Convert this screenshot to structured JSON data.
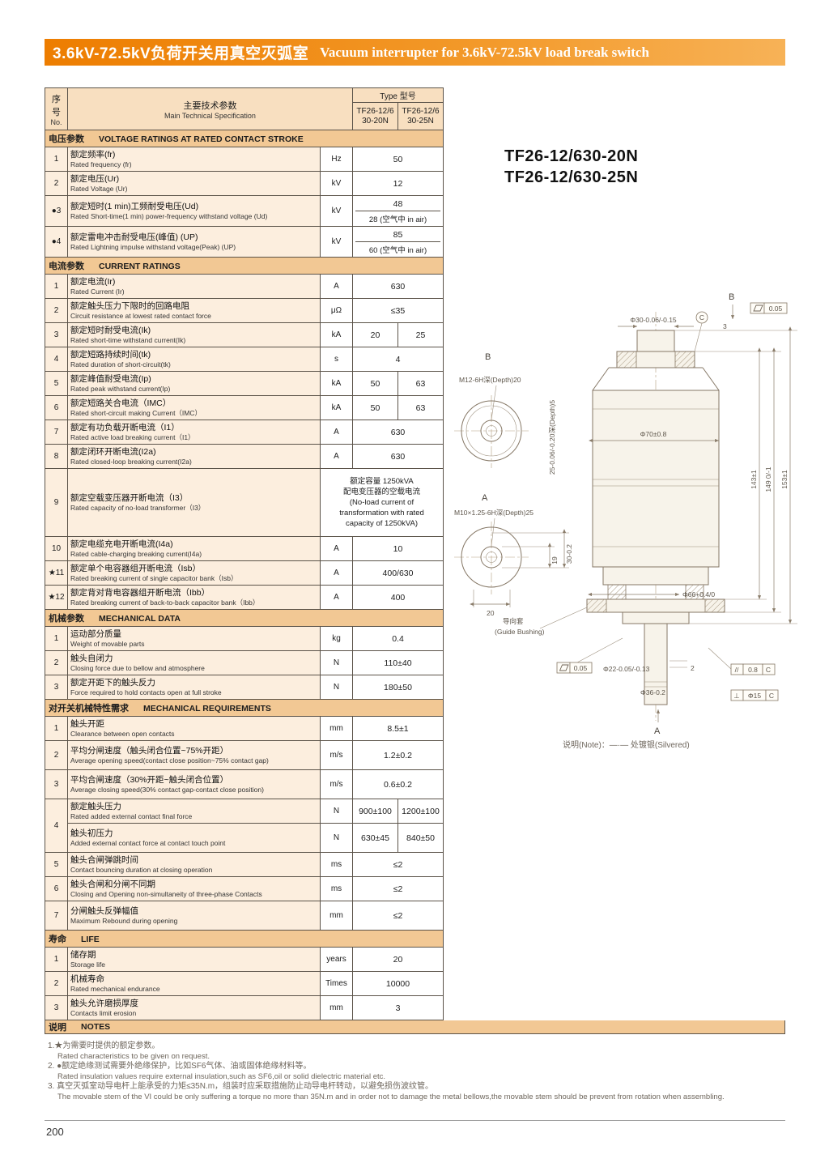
{
  "banner": {
    "title_zh": "3.6kV-72.5kV负荷开关用真空灭弧室",
    "title_en": "Vacuum interrupter for 3.6kV-72.5kV load break switch"
  },
  "page_number": "200",
  "table": {
    "header": {
      "no_zh": "序号",
      "no_en": "No.",
      "spec_zh": "主要技术参数",
      "spec_en": "Main Technical Specification",
      "type_label": "Type 型号",
      "model1": "TF26-12/630-20N",
      "model2": "TF26-12/630-25N"
    },
    "sections": [
      {
        "zh": "电压参数",
        "en": "VOLTAGE RATINGS AT RATED CONTACT STROKE",
        "rows": [
          {
            "no": "1",
            "zh": "额定频率(fr)",
            "en": "Rated frequency (fr)",
            "unit": "Hz",
            "v": "50"
          },
          {
            "no": "2",
            "zh": "额定电压(Ur)",
            "en": "Rated Voltage (Ur)",
            "unit": "kV",
            "v": "12"
          },
          {
            "no": "●3",
            "zh": "额定短时(1 min)工频耐受电压(Ud)",
            "en": "Rated Short-time(1 min) power-frequency withstand voltage (Ud)",
            "unit": "kV",
            "va": "48",
            "vb": "28 (空气中  in air)"
          },
          {
            "no": "●4",
            "zh": "额定雷电冲击耐受电压(峰值) (UP)",
            "en": "Rated Lightning impulse withstand voltage(Peak) (UP)",
            "unit": "kV",
            "va": "85",
            "vb": "60 (空气中  in air)"
          }
        ]
      },
      {
        "zh": "电流参数",
        "en": "CURRENT RATINGS",
        "rows": [
          {
            "no": "1",
            "zh": "额定电流(Ir)",
            "en": "Rated Current (Ir)",
            "unit": "A",
            "v": "630"
          },
          {
            "no": "2",
            "zh": "额定触头压力下限时的回路电阻",
            "en": "Circuit resistance at lowest rated contact force",
            "unit": "μΩ",
            "v": "≤35"
          },
          {
            "no": "3",
            "zh": "额定短时耐受电流(Ik)",
            "en": "Rated short-time withstand current(Ik)",
            "unit": "kA",
            "v1": "20",
            "v2": "25"
          },
          {
            "no": "4",
            "zh": "额定短路持续时间(tk)",
            "en": "Rated duration of short-circuit(tk)",
            "unit": "s",
            "v": "4"
          },
          {
            "no": "5",
            "zh": "额定峰值耐受电流(Ip)",
            "en": "Rated peak withstand current(Ip)",
            "unit": "kA",
            "v1": "50",
            "v2": "63"
          },
          {
            "no": "6",
            "zh": "额定短路关合电流（IMC）",
            "en": "Rated short-circuit making Current（IMC）",
            "unit": "kA",
            "v1": "50",
            "v2": "63"
          },
          {
            "no": "7",
            "zh": "额定有功负载开断电流（I1）",
            "en": "Rated active load breaking current（I1）",
            "unit": "A",
            "v": "630"
          },
          {
            "no": "8",
            "zh": "额定闭环开断电流(I2a)",
            "en": "Rated closed-loop breaking current(I2a)",
            "unit": "A",
            "v": "630"
          },
          {
            "no": "9",
            "zh": "额定空载变压器开断电流（I3）",
            "en": "Rated capacity of no-load transformer（I3）",
            "unit": "",
            "lines": [
              "额定容量 1250kVA",
              "配电变压器的空载电流",
              "(No-load current of",
              "transformation with rated",
              "capacity of 1250kVA)"
            ]
          },
          {
            "no": "10",
            "zh": "额定电缆充电开断电流(I4a)",
            "en": "Rated cable-charging breaking current(I4a)",
            "unit": "A",
            "v": "10"
          },
          {
            "no": "★11",
            "zh": "额定单个电容器组开断电流（Isb）",
            "en": "Rated breaking current of single capacitor bank（Isb）",
            "unit": "A",
            "v": "400/630"
          },
          {
            "no": "★12",
            "zh": "额定背对背电容器组开断电流（Ibb）",
            "en": "Rated breaking current of back-to-back capacitor bank（Ibb）",
            "unit": "A",
            "v": "400"
          }
        ]
      },
      {
        "zh": "机械参数",
        "en": "MECHANICAL DATA",
        "rows": [
          {
            "no": "1",
            "zh": "运动部分质量",
            "en": "Weight of movable parts",
            "unit": "kg",
            "v": "0.4"
          },
          {
            "no": "2",
            "zh": "触头自闭力",
            "en": "Closing force due to bellow and atmosphere",
            "unit": "N",
            "v": "110±40"
          },
          {
            "no": "3",
            "zh": "额定开距下的触头反力",
            "en": "Force required to hold contacts open at full stroke",
            "unit": "N",
            "v": "180±50"
          }
        ]
      },
      {
        "zh": "对开关机械特性需求",
        "en": "MECHANICAL REQUIREMENTS",
        "rows": [
          {
            "no": "1",
            "zh": "触头开距",
            "en": "Clearance between open contacts",
            "unit": "mm",
            "v": "8.5±1"
          },
          {
            "no": "2",
            "zh": "平均分闸速度（触头闭合位置~75%开距）",
            "en": "Average opening speed(contact close position~75% contact gap)",
            "unit": "m/s",
            "v": "1.2±0.2"
          },
          {
            "no": "3",
            "zh": "平均合闸速度（30%开距~触头闭合位置）",
            "en": "Average closing speed(30% contact gap-contact close position)",
            "unit": "m/s",
            "v": "0.6±0.2"
          },
          {
            "no": "4",
            "zh": "额定触头压力",
            "en": "Rated added external contact final force",
            "unit": "N",
            "v1": "900±100",
            "v2": "1200±100"
          },
          {
            "no": "",
            "zh": "触头初压力",
            "en": "Added external contact force at contact touch point",
            "unit": "N",
            "v1": "630±45",
            "v2": "840±50"
          },
          {
            "no": "5",
            "zh": "触头合闸弹跳时间",
            "en": "Contact bouncing duration at closing operation",
            "unit": "ms",
            "v": "≤2"
          },
          {
            "no": "6",
            "zh": "触头合闸和分闸不同期",
            "en": "Closing and Opening non-simultaneity of three-phase Contacts",
            "unit": "ms",
            "v": "≤2"
          },
          {
            "no": "7",
            "zh": "分闸触头反弹幅值",
            "en": "Maximum Rebound during opening",
            "unit": "mm",
            "v": "≤2"
          }
        ]
      },
      {
        "zh": "寿命",
        "en": "LIFE",
        "rows": [
          {
            "no": "1",
            "zh": "储存期",
            "en": "Storage life",
            "unit": "years",
            "v": "20"
          },
          {
            "no": "2",
            "zh": "机械寿命",
            "en": "Rated mechanical endurance",
            "unit": "Times",
            "v": "10000"
          },
          {
            "no": "3",
            "zh": "触头允许磨损厚度",
            "en": "Contacts limit erosion",
            "unit": "mm",
            "v": "3"
          }
        ]
      }
    ]
  },
  "notes": {
    "title_zh": "说明",
    "title_en": "NOTES",
    "items": [
      {
        "zh": "1.★为需要时提供的额定参数。",
        "en": "Rated characteristics to be given on request."
      },
      {
        "zh": "2. ●额定绝缘测试需要外绝缘保护，比如SF6气体、油或固体绝缘材料等。",
        "en": "Rated insulation values require external insulation,such as SF6,oil or solid dielectric material etc."
      },
      {
        "zh": "3. 真空灭弧室动导电杆上能承受的力矩≤35N.m，组装时应采取措施防止动导电杆转动，以避免损伤波纹管。",
        "en": "The movable stem of the VI could be only suffering a torque no more than 35N.m and in order not to damage the metal bellows,the movable stem should be prevent from rotation when assembling."
      }
    ]
  },
  "drawing": {
    "title_line1": "TF26-12/630-20N",
    "title_line2": "TF26-12/630-25N",
    "labels": {
      "section_b": "B",
      "flatness_top": "0.05",
      "dim_phi30": "Φ30-0.06/-0.15",
      "dim_3": "3",
      "datum_c": "C",
      "view_b": "B",
      "dim_m12": "M12-6H深(Depth)20",
      "dim_25depth": "25-0.06/-0.20深(Depth)5",
      "dim_phi70": "Φ70±0.8",
      "dim_143": "143±1",
      "dim_149": "149 0/-1",
      "dim_153": "153±1",
      "view_a": "A",
      "dim_m10": "M10×1.25-6H深(Depth)25",
      "dim_19": "19",
      "dim_30": "30-0.2",
      "dim_20": "20",
      "dim_phi66": "Φ66+0.4/0",
      "guide_zh": "导向套",
      "guide_en": "(Guide Bushing)",
      "flatness_bottom": "0.05",
      "dim_phi22": "Φ22-0.05/-0.13",
      "dim_2": "2",
      "dim_phi36": "Φ36-0.2",
      "parallel_sym": "//",
      "parallel_val": "0.8",
      "parallel_datum": "C",
      "perp_sym": "⊥",
      "perp_val": "Φ15",
      "perp_datum": "C",
      "section_a": "A",
      "silvered_note": "说明(Note)：—·—  处镀银(Silvered)"
    }
  }
}
